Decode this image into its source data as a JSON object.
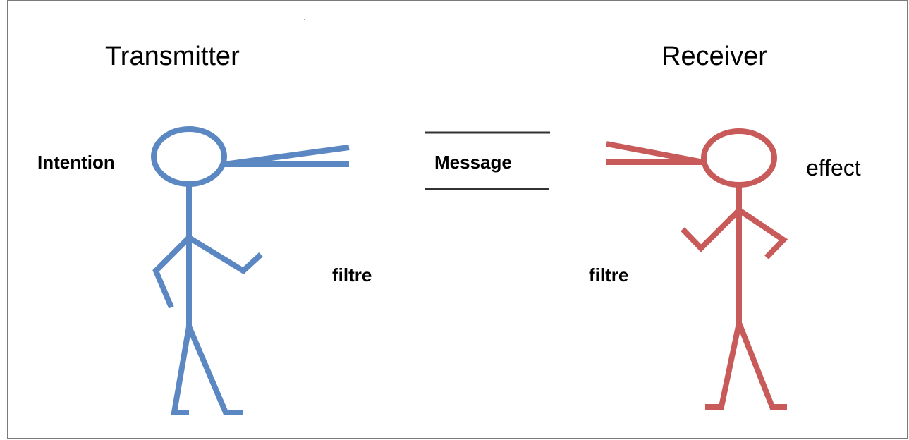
{
  "labels": {
    "transmitter": "Transmitter",
    "receiver": "Receiver",
    "intention": "Intention",
    "message": "Message",
    "effect": "effect",
    "filter_left": "filtre",
    "filter_right": "filtre"
  },
  "colors": {
    "transmitter": "#5b87c2",
    "receiver": "#c85a5a",
    "line": "#333333",
    "border": "#7a7a7a"
  }
}
